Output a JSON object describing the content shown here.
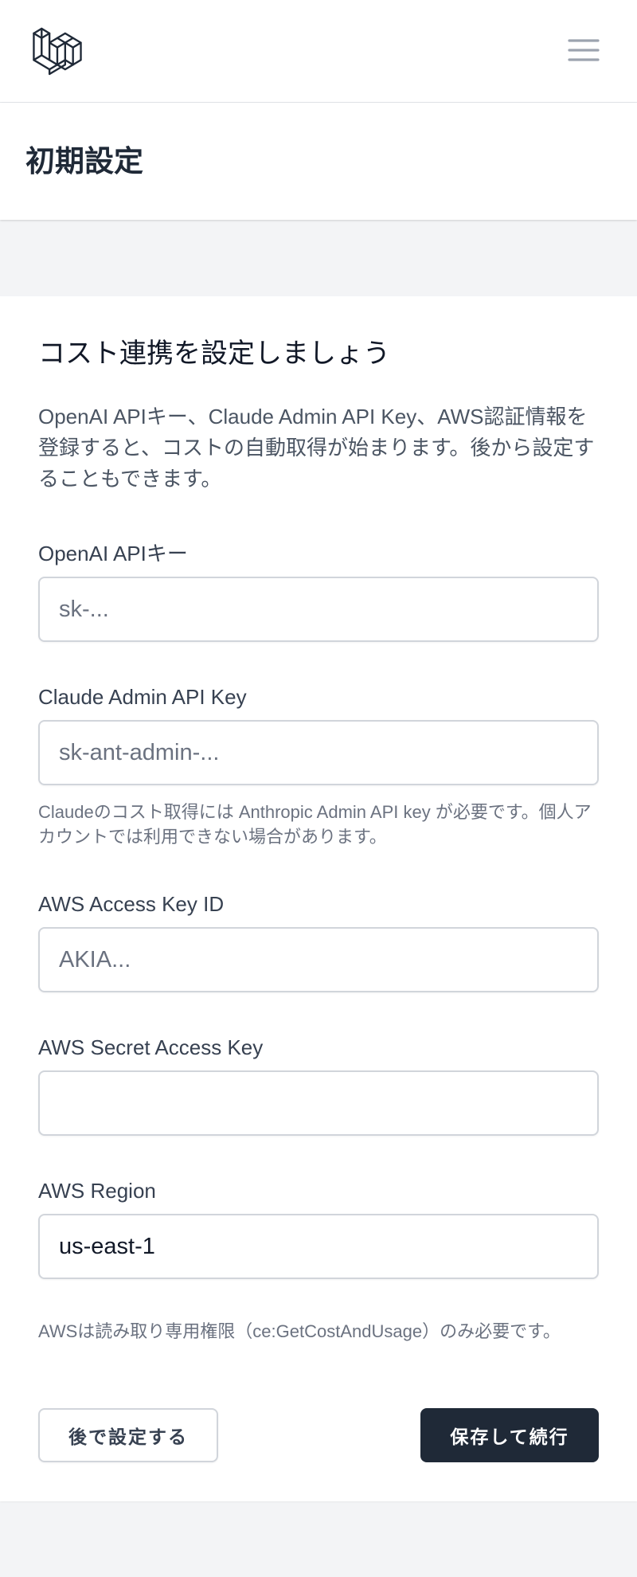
{
  "nav": {
    "logo_icon": "laravel-logo-icon",
    "menu_icon": "hamburger-menu-icon"
  },
  "header": {
    "title": "初期設定"
  },
  "card": {
    "heading": "コスト連携を設定しましょう",
    "description": "OpenAI APIキー、Claude Admin API Key、AWS認証情報を登録すると、コストの自動取得が始まります。後から設定することもできます。"
  },
  "form": {
    "openai": {
      "label": "OpenAI APIキー",
      "value": "",
      "placeholder": "sk-..."
    },
    "claude": {
      "label": "Claude Admin API Key",
      "value": "",
      "placeholder": "sk-ant-admin-...",
      "hint": "Claudeのコスト取得には Anthropic Admin API key が必要です。個人アカウントでは利用できない場合があります。"
    },
    "aws_access_key": {
      "label": "AWS Access Key ID",
      "value": "",
      "placeholder": "AKIA..."
    },
    "aws_secret": {
      "label": "AWS Secret Access Key",
      "value": "",
      "placeholder": ""
    },
    "aws_region": {
      "label": "AWS Region",
      "value": "us-east-1",
      "placeholder": ""
    },
    "aws_hint": "AWSは読み取り専用権限（ce:GetCostAndUsage）のみ必要です。"
  },
  "actions": {
    "skip_label": "後で設定する",
    "save_label": "保存して続行"
  },
  "colors": {
    "primary_button": "#1f2937",
    "page_background": "#f3f4f6",
    "border": "#d1d5db"
  }
}
